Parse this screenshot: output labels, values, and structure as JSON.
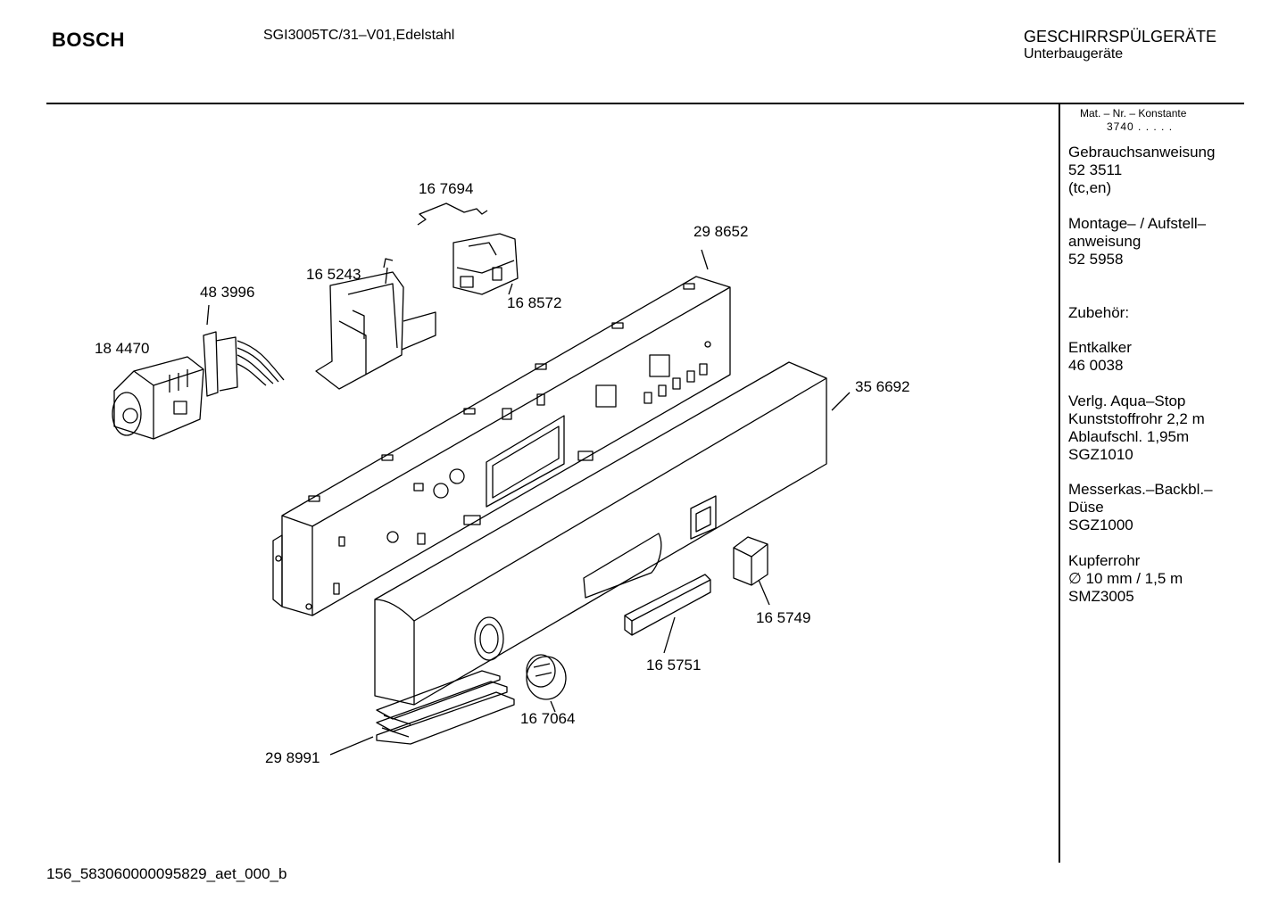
{
  "header": {
    "brand": "BOSCH",
    "model": "SGI3005TC/31–V01,Edelstahl",
    "category": "GESCHIRRSPÜLGERÄTE",
    "subcategory": "Unterbaugeräte"
  },
  "sidebar": {
    "mat_title": "Mat. – Nr. – Konstante",
    "mat_value": "3740 . . . . .",
    "items": [
      {
        "lines": [
          "Gebrauchsanweisung",
          "52 3511",
          "(tc,en)"
        ]
      },
      {
        "lines": [
          "Montage– / Aufstell–",
          "anweisung",
          "52 5958"
        ]
      },
      {
        "lines": [
          "Zubehör:"
        ]
      },
      {
        "lines": [
          "Entkalker",
          "46 0038"
        ]
      },
      {
        "lines": [
          "Verlg. Aqua–Stop",
          "Kunststoffrohr 2,2 m",
          "Ablaufschl. 1,95m",
          "SGZ1010"
        ]
      },
      {
        "lines": [
          "Messerkas.–Backbl.–",
          "Düse",
          "SGZ1000"
        ]
      },
      {
        "lines": [
          "Kupferrohr",
          "∅ 10 mm / 1,5 m",
          "SMZ3005"
        ]
      }
    ]
  },
  "parts": [
    {
      "id": "p0",
      "label": "16 7694"
    },
    {
      "id": "p1",
      "label": "29 8652"
    },
    {
      "id": "p2",
      "label": "16 5243"
    },
    {
      "id": "p3",
      "label": "48 3996"
    },
    {
      "id": "p4",
      "label": "16 8572"
    },
    {
      "id": "p5",
      "label": "18 4470"
    },
    {
      "id": "p6",
      "label": "35 6692"
    },
    {
      "id": "p7",
      "label": "16 5749"
    },
    {
      "id": "p8",
      "label": "16 5751"
    },
    {
      "id": "p9",
      "label": "16 7064"
    },
    {
      "id": "p10",
      "label": "29 8991"
    }
  ],
  "footer": {
    "doc_id": "156_583060000095829_aet_000_b"
  }
}
